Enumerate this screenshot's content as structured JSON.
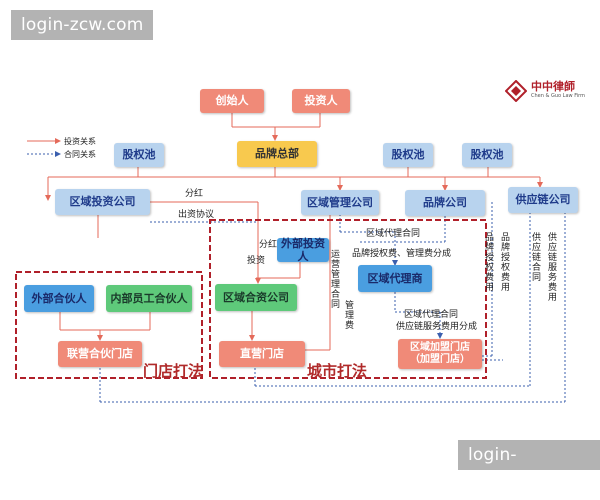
{
  "watermarks": {
    "top": "login-zcw.com",
    "bottom": "login-zcw.com"
  },
  "logo": {
    "cn": "中中律師",
    "en": "Chen & Guo Law Firm"
  },
  "legend": {
    "invest": "投资关系",
    "contract": "合同关系"
  },
  "colors": {
    "invest_line": "#e46a5a",
    "contract_line": "#3b5fae",
    "dashed_border": "#b0202a"
  },
  "nodes": {
    "founder": "创始人",
    "investor": "投资人",
    "hq": "品牌总部",
    "pool1": "股权池",
    "pool2": "股权池",
    "pool3": "股权池",
    "regional_invest": "区域投资公司",
    "regional_manage": "区域管理公司",
    "brand_company": "品牌公司",
    "supply_chain": "供应链公司",
    "external_investor": "外部投资人",
    "regional_agent": "区域代理商",
    "regional_jv": "区域合资公司",
    "direct_store": "直营门店",
    "franchise_store": "区域加盟门店\n（加盟门店）",
    "external_partner": "外部合伙人",
    "internal_partner": "内部员工合伙人",
    "jv_store": "联营合伙门店"
  },
  "labels": {
    "dividend1": "分红",
    "invest_agreement": "出资协议",
    "dividend2": "分红",
    "invest": "投资",
    "agency_contract": "区域代理合同",
    "brand_fee_split": "品牌授权费、管理费分成",
    "ops_contract": "运营管理合同",
    "mgmt_fee": "管理费",
    "brand_license_fee": "品牌授权费用",
    "supply_contract": "供应链合同",
    "supply_service_fee": "供应链服务费用",
    "agency_contract2": "区域代理合同",
    "supply_fee_split": "供应链服务费用分成",
    "store_method": "门店打法",
    "city_method": "城市打法"
  }
}
